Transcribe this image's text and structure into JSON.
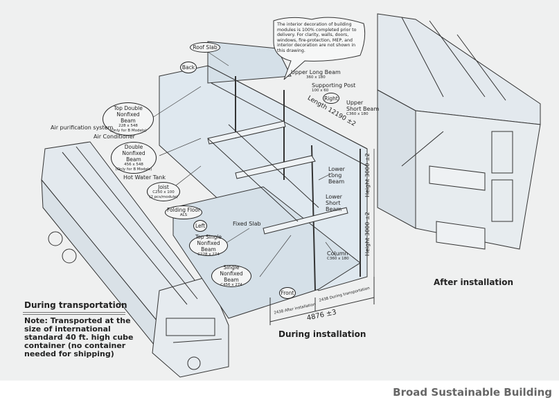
{
  "callout": "The interior decoration of building modules is 100% completed prior to delivery. For clarity, walls, doors, windows, fire-protection, MEP, and interior decoration are not shown in this drawing.",
  "labels": {
    "roof_slab": "Roof Slab",
    "back": "Back",
    "right": "Right",
    "left": "Left",
    "front": "Front",
    "upper_long_beam": "Upper Long Beam",
    "upper_long_beam_size": "360 x 180",
    "supporting_post": "Supporting Post",
    "supporting_post_size": "100 x 60",
    "length": "Length 12190 ±2",
    "upper_short_beam": "Upper Short Beam",
    "upper_short_beam_size": "C360 x 180",
    "top_double_nonfixed_beam": "Top Double Nonfixed Beam",
    "top_double_nonfixed_beam_size": "228 x 548",
    "only_b_models": "(Only for B Models)",
    "air_purification": "Air purification system",
    "air_conditioner": "Air Conditioner",
    "double_nonfixed_beam": "Double Nonfixed Beam",
    "double_nonfixed_beam_size": "456 x 548",
    "hot_water_tank": "Hot Water Tank",
    "joist": "Joist",
    "joist_size": "C250 x 100",
    "joist_note": "(2 pcs/module)",
    "folding_floor": "Folding Floor",
    "folding_floor_code": "ALS",
    "fixed_slab": "Fixed Slab",
    "top_single_nonfixed_beam": "Top Single Nonfixed Beam",
    "top_single_nonfixed_beam_size": "C228 x 274",
    "single_nonfixed_beam": "Single Nonfixed Beam",
    "single_nonfixed_beam_size": "C456 x 274",
    "lower_long_beam": "Lower Long Beam",
    "lower_short_beam": "Lower Short Beam",
    "column": "Column",
    "column_size": "C360 x 180",
    "height_upper": "Height 3000 ±2",
    "height_lower": "Height 3000 ±2",
    "dim_after": "2438 After installation",
    "dim_during": "2438 During transportation",
    "dim_total": "4876 ±3"
  },
  "sections": {
    "during_transportation": "During transportation",
    "transport_note": "Note: Transported at the size of international standard 40 ft. high cube container (no container needed for shipping)",
    "during_installation": "During installation",
    "after_installation": "After installation"
  },
  "caption": "Broad Sustainable Building",
  "colors": {
    "background": "#eff0f0",
    "module_fill": "#dfe8ef",
    "line": "#222222",
    "caption": "#666666"
  }
}
